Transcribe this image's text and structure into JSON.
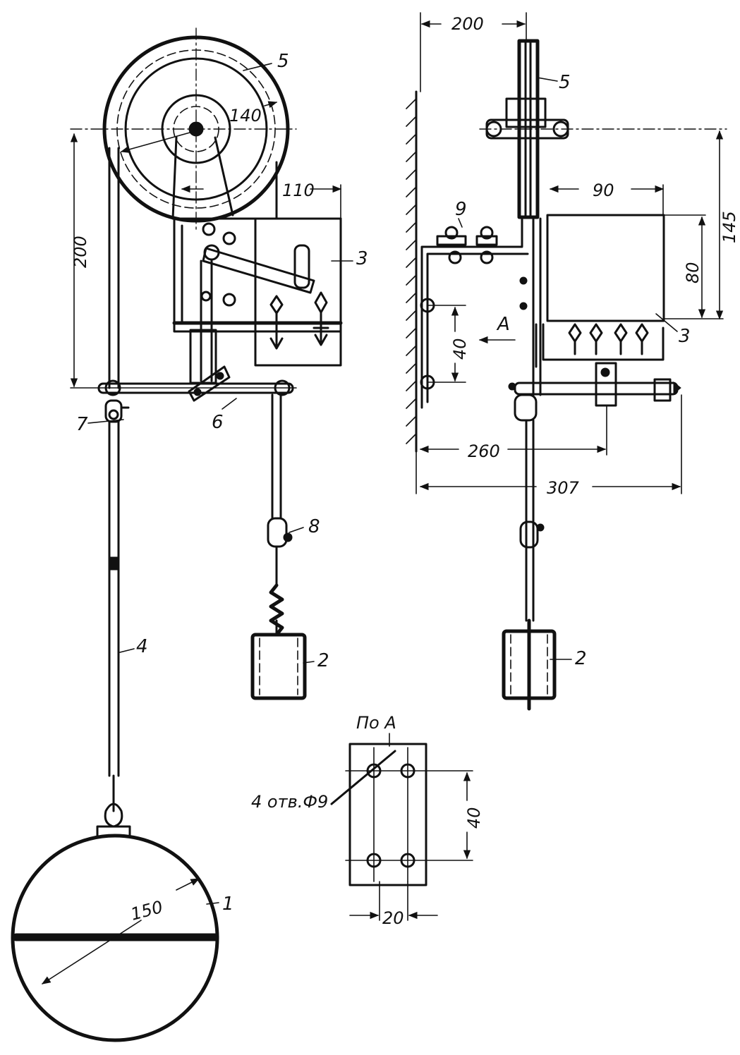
{
  "callouts": {
    "n1": "1",
    "n2a": "2",
    "n2b": "2",
    "n3a": "3",
    "n3b": "3",
    "n4": "4",
    "n5a": "5",
    "n5b": "5",
    "n6": "6",
    "n7": "7",
    "n8": "8",
    "n9": "9",
    "arrow_a": "A"
  },
  "dimensions": {
    "left_pulley": "140",
    "left_box": "110",
    "left_height": "200",
    "float_diameter": "150",
    "right_top": "200",
    "right_90": "90",
    "right_145": "145",
    "right_80": "80",
    "right_40": "40",
    "right_260": "260",
    "right_307": "307",
    "view_40": "40",
    "view_20": "20"
  },
  "view_a": {
    "title": "По А",
    "holes_note": "4 отв.Ф9"
  },
  "colors": {
    "ink": "#111111",
    "paper": "#ffffff"
  }
}
